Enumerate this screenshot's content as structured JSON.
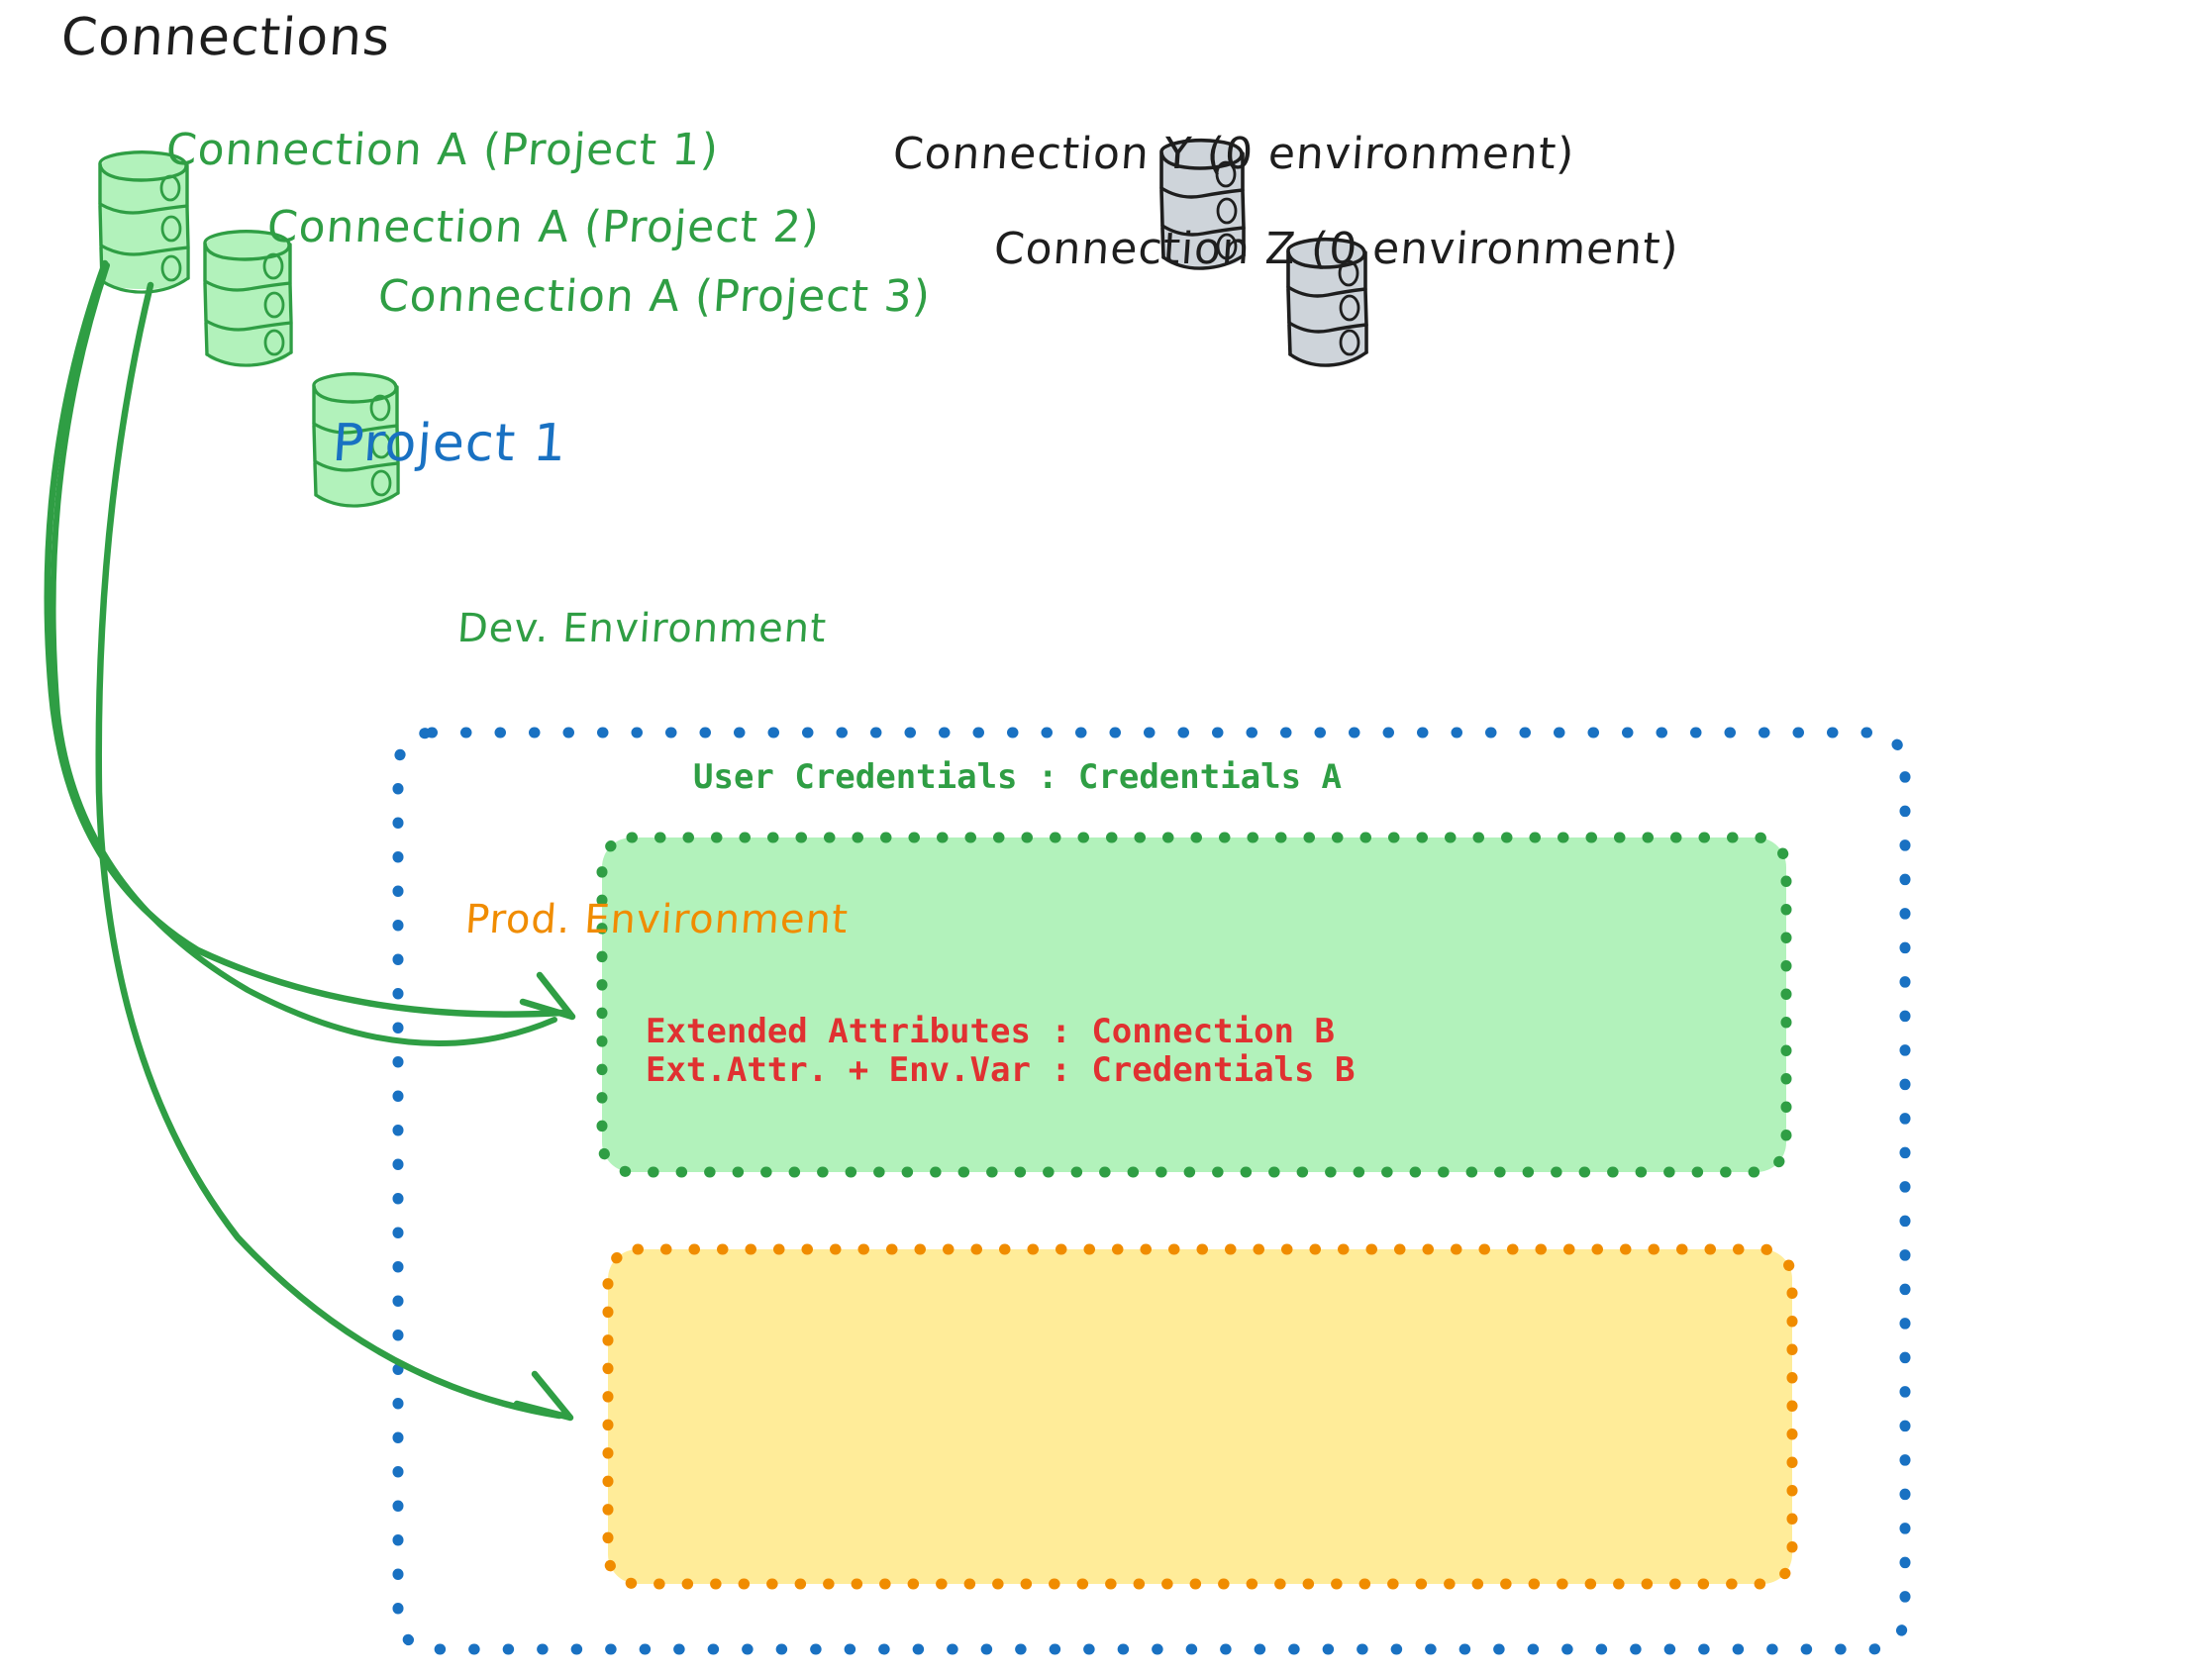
{
  "diagram": {
    "title": "Connections",
    "background": "#ffffff",
    "colors": {
      "green_stroke": "#2f9e44",
      "green_fill": "#b2f2bb",
      "blue_stroke": "#1971c2",
      "orange_stroke": "#f08c00",
      "yellow_fill": "#ffec99",
      "red_text": "#e03131",
      "black_stroke": "#1e1e1e",
      "gray_fill": "#ced4da"
    }
  },
  "connections": {
    "heading": "Connections",
    "green_nodes": [
      {
        "icon": "database-cylinder-icon",
        "label": "Connection A (Project 1)"
      },
      {
        "icon": "database-cylinder-icon",
        "label": "Connection A (Project 2)"
      },
      {
        "icon": "database-cylinder-icon",
        "label": "Connection A (Project 3)"
      }
    ],
    "gray_nodes": [
      {
        "icon": "database-cylinder-icon",
        "label": "Connection Y (0 environment)"
      },
      {
        "icon": "database-cylinder-icon",
        "label": "Connection Z (0 environment)"
      }
    ]
  },
  "project": {
    "title": "Project 1",
    "environments": [
      {
        "name": "Dev. Environment",
        "accent": "#2f9e44",
        "fill": "#b2f2bb",
        "entries": [
          "User Credentials : Credentials A"
        ]
      },
      {
        "name": "Prod. Environment",
        "accent": "#f08c00",
        "fill": "#ffec99",
        "entries": [
          "Extended Attributes : Connection B",
          "Ext.Attr. + Env.Var : Credentials B"
        ]
      }
    ]
  },
  "arrows": [
    {
      "name": "arrow-conn-a-to-dev",
      "from": "Connection A (Project 1)",
      "to": "Dev. Environment"
    },
    {
      "name": "arrow-conn-a-to-prod",
      "from": "Connection A (Project 1)",
      "to": "Prod. Environment"
    }
  ]
}
